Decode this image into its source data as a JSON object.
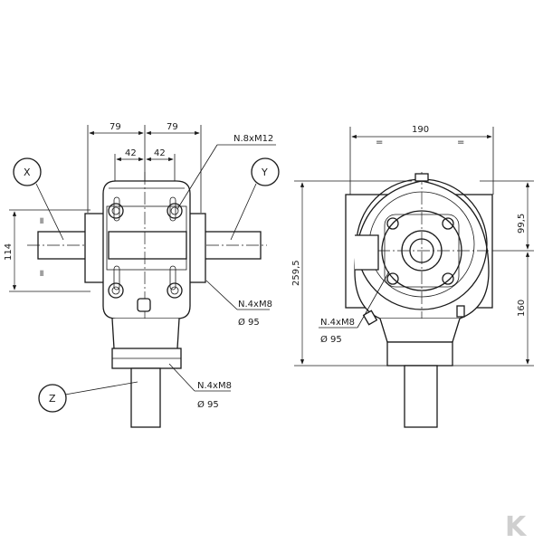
{
  "left_view": {
    "dims": {
      "top_left": "79",
      "top_right": "79",
      "inner_left": "42",
      "inner_right": "42",
      "height_114": "114",
      "eq_mark_upper": "=",
      "eq_mark_lower": "="
    },
    "callouts": {
      "x": "X",
      "y": "Y",
      "z": "Z",
      "bolts_top": "N.8xM12",
      "bolts_side": "N.4xM8",
      "dia_side": "Ø 95",
      "bolts_bottom": "N.4xM8",
      "dia_bottom": "Ø 95"
    }
  },
  "right_view": {
    "dims": {
      "width_190": "190",
      "eq_left": "=",
      "eq_right": "=",
      "height_259": "259,5",
      "upper_99": "99,5",
      "lower_160": "160"
    },
    "callouts": {
      "bolts": "N.4xM8",
      "dia": "Ø 95"
    }
  },
  "brand": {
    "logo_letter": "K",
    "logo_color": "#cfcfcf"
  }
}
